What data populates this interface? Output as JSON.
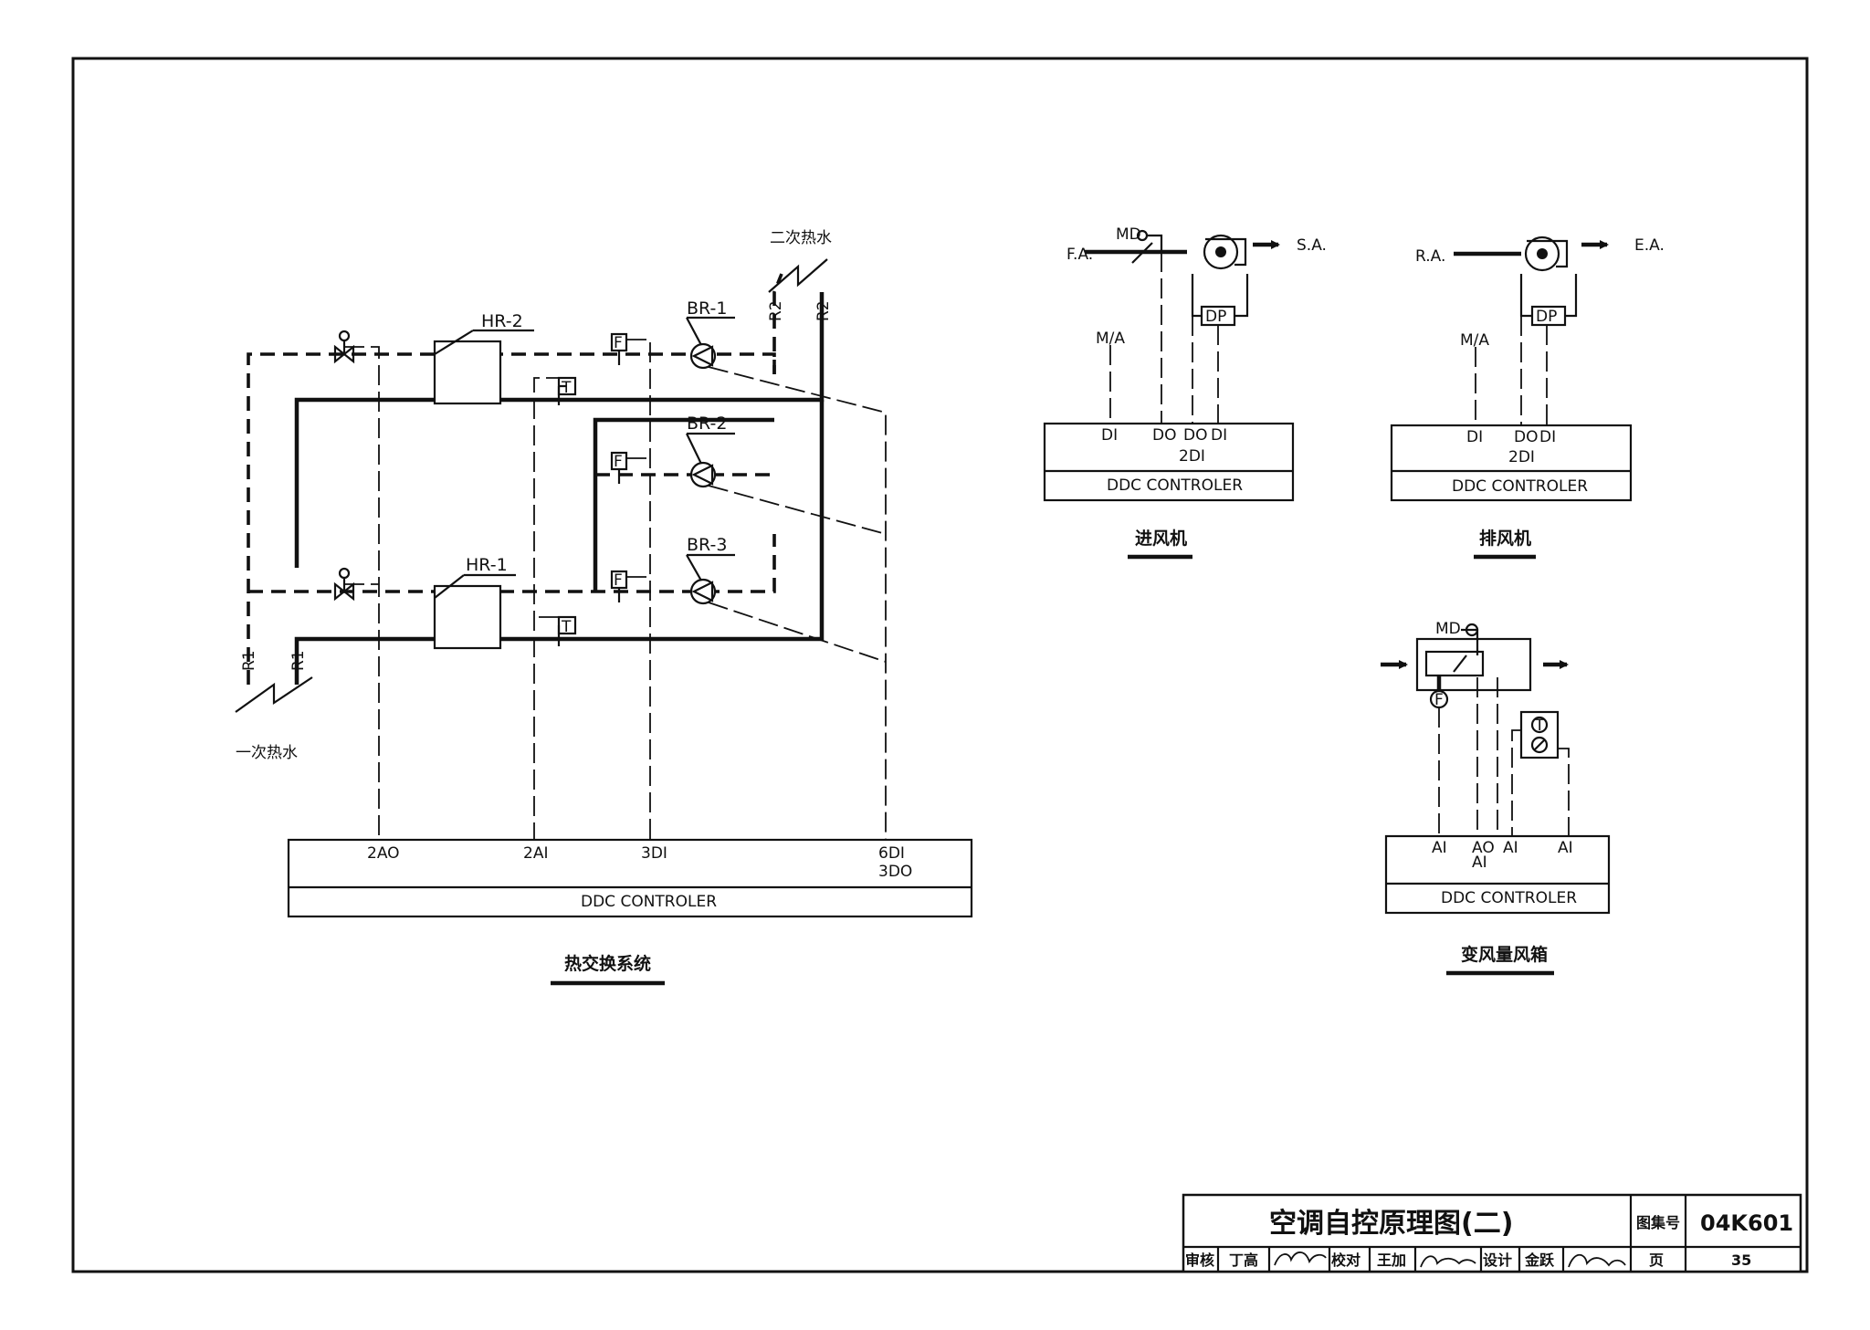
{
  "heat_exchange": {
    "primary_water": "一次热水",
    "secondary_water": "二次热水",
    "r1": "R1",
    "r2": "R2",
    "hr1": "HR-1",
    "hr2": "HR-2",
    "br1": "BR-1",
    "br2": "BR-2",
    "br3": "BR-3",
    "flow_symbol": "F",
    "temp_symbol": "T",
    "io_2ao": "2AO",
    "io_2ai": "2AI",
    "io_3di": "3DI",
    "io_6di": "6DI",
    "io_3do": "3DO",
    "controller": "DDC CONTROLER",
    "caption": "热交换系统"
  },
  "supply_fan": {
    "md": "MD",
    "fa": "F.A.",
    "sa": "S.A.",
    "dp": "DP",
    "ma": "M/A",
    "io_di1": "DI",
    "io_do1": "DO",
    "io_do2": "DO",
    "io_di2": "DI",
    "io_2di": "2DI",
    "controller": "DDC CONTROLER",
    "caption": "进风机"
  },
  "exhaust_fan": {
    "ra": "R.A.",
    "ea": "E.A.",
    "dp": "DP",
    "ma": "M/A",
    "io_di1": "DI",
    "io_do1": "DO",
    "io_di2": "DI",
    "io_2di": "2DI",
    "controller": "DDC CONTROLER",
    "caption": "排风机"
  },
  "vav_box": {
    "md": "MD",
    "flow_symbol": "F",
    "temp_symbol": "T",
    "io_ai1": "AI",
    "io_ao": "AO",
    "io_ai2": "AI",
    "io_ai3": "AI",
    "io_ai4": "AI",
    "controller": "DDC CONTROLER",
    "caption": "变风量风箱"
  },
  "title_block": {
    "title": "空调自控原理图(二)",
    "atlas_label": "图集号",
    "atlas_no": "04K601",
    "review_label": "审核",
    "reviewer": "丁高",
    "check_label": "校对",
    "checker": "王加",
    "design_label": "设计",
    "designer": "金跃",
    "page_label": "页",
    "page_no": "35"
  }
}
